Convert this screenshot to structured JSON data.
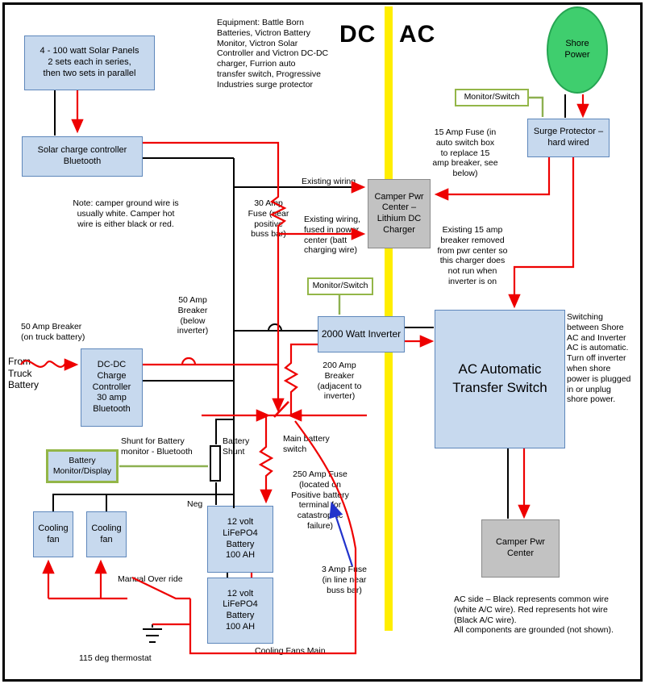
{
  "colors": {
    "box_fill_blue": "#c7d9ee",
    "box_border_blue": "#5e87bb",
    "box_fill_gray": "#c2c2c2",
    "shore_green": "#3fce6e",
    "monitor_border_green": "#93b648",
    "divider_yellow": "#ffee00",
    "wire_red": "#ee0000",
    "wire_black": "#000000",
    "wire_green": "#8db050",
    "arrow_blue": "#2233cc"
  },
  "header": {
    "dc": "DC",
    "ac": "AC"
  },
  "nodes": {
    "solar_panels": {
      "label": "4 - 100 watt Solar Panels\n2 sets each in series,\nthen two sets in parallel"
    },
    "solar_controller": {
      "label": "Solar charge controller\nBluetooth"
    },
    "monitor_switch_top": {
      "label": "Monitor/Switch"
    },
    "surge_protector": {
      "label": "Surge Protector –\nhard wired"
    },
    "shore_power": {
      "label": "Shore\nPower"
    },
    "camper_pwr_dc": {
      "label": "Camper Pwr\nCenter –\nLithium DC\nCharger"
    },
    "monitor_switch_mid": {
      "label": "Monitor/Switch"
    },
    "inverter": {
      "label": "2000 Watt Inverter"
    },
    "transfer_switch": {
      "label": "AC Automatic\nTransfer Switch"
    },
    "dcdc_controller": {
      "label": "DC-DC\nCharge\nController\n30 amp\nBluetooth"
    },
    "battery_monitor": {
      "label": "Battery\nMonitor/Display"
    },
    "battery_1": {
      "label": "12 volt\nLiFePO4\nBattery\n100 AH"
    },
    "battery_2": {
      "label": "12 volt\nLiFePO4\nBattery\n100 AH"
    },
    "cooling_fan_1": {
      "label": "Cooling\nfan"
    },
    "cooling_fan_2": {
      "label": "Cooling\nfan"
    },
    "camper_pwr_ac": {
      "label": "Camper Pwr\nCenter"
    }
  },
  "annotations": {
    "equipment": "Equipment: Battle Born\nBatteries, Victron Battery\nMonitor, Victron Solar\nController and Victron DC-DC\ncharger, Furrion auto\ntransfer switch, Progressive\nIndustries surge protector",
    "note_ground": "Note: camper ground wire is\nusually white.  Camper hot\nwire is either black or red.",
    "fuse_15amp": "15 Amp Fuse (in\nauto switch box\nto replace 15\namp breaker, see\nbelow)",
    "existing_wiring": "Existing wiring",
    "fuse_30amp": "30 Amp\nFuse (near\npositive\nbuss bar)",
    "existing_fused": "Existing wiring,\nfused in power\ncenter (batt\ncharging wire)",
    "breaker_removed": "Existing 15 amp\nbreaker removed\nfrom pwr center so\nthis charger does\nnot run when\ninverter is on",
    "switching": "Switching\nbetween Shore\nAC and Inverter\nAC is automatic.\nTurn off inverter\nwhen shore\npower is plugged\nin or unplug\nshore power.",
    "breaker_50_below": "50 Amp\nBreaker\n(below\ninverter)",
    "breaker_50_truck": "50 Amp Breaker\n(on truck battery)",
    "from_truck": "From\nTruck\nBattery",
    "breaker_200": "200 Amp\nBreaker\n(adjacent to\ninverter)",
    "shunt_label": "Shunt for Battery\nmonitor - Bluetooth",
    "battery_shunt_label": "Battery\nShunt",
    "main_switch_label": "Main battery\nswitch",
    "fuse_250": "250 Amp Fuse\n(located on\nPositive battery\nterminal for\ncatastrophic\nfailure)",
    "neg": "Neg",
    "fuse_3amp": "3 Amp Fuse\n(in line near\nbuss bar)",
    "manual_override": "Manual Over ride",
    "ac_side": "AC side – Black represents common wire\n(white A/C wire).  Red represents hot wire\n(Black A/C wire).\nAll components are grounded (not shown).",
    "thermostat": "115 deg thermostat",
    "cooling_main": "Cooling Fans Main"
  }
}
